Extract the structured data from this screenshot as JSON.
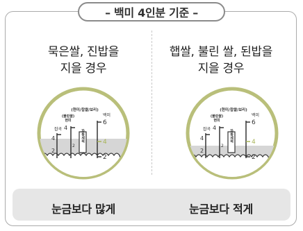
{
  "title": "– 백미 4인분 기준 –",
  "columns": [
    {
      "heading_lines": [
        "묵은쌀, 진밥을",
        "지을 경우"
      ],
      "footer": "눈금보다 많게",
      "gauge": {
        "top_label": "(현미/찹쌀/보리)",
        "small_label": "(불린쌀)\n현미",
        "right_label": "백미",
        "left_label": "잡곡",
        "box_label": "자동세척",
        "tick_values": [
          "6",
          "4",
          "2"
        ],
        "left_ticks": [
          "4",
          "2"
        ],
        "mid_ticks": [
          "4",
          "2"
        ],
        "water_level_tick": "4"
      }
    },
    {
      "heading_lines": [
        "햅쌀, 불린 쌀, 된밥을",
        "지을 경우"
      ],
      "footer": "눈금보다 적게",
      "gauge": {
        "top_label": "(현미/찹쌀/보리)",
        "small_label": "(불린쌀)\n현미",
        "right_label": "백미",
        "left_label": "잡곡",
        "box_label": "자동세척",
        "tick_values": [
          "6",
          "4",
          "2"
        ],
        "left_ticks": [
          "4",
          "2"
        ],
        "mid_ticks": [
          "4",
          "2"
        ],
        "water_level_tick": "4"
      }
    }
  ],
  "colors": {
    "ring": "#b9bf7a",
    "water": "#cfcfcf",
    "accent_tick": "#a9b55a",
    "bar": "#e6e6e6"
  }
}
